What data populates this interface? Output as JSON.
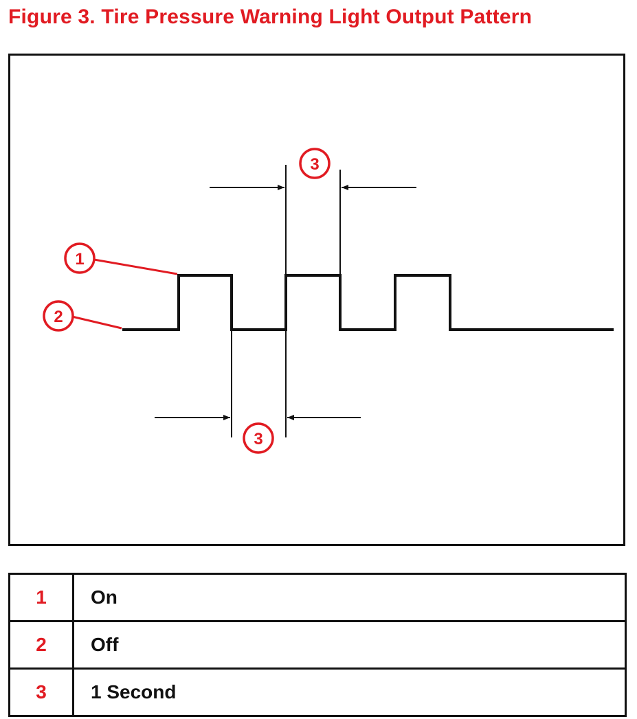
{
  "figure": {
    "title": "Figure 3. Tire Pressure Warning Light Output Pattern"
  },
  "colors": {
    "accent": "#e11b22",
    "line": "#111111"
  },
  "diagram": {
    "callouts": [
      {
        "id": "c1",
        "label": "1"
      },
      {
        "id": "c2",
        "label": "2"
      },
      {
        "id": "c3-top",
        "label": "3"
      },
      {
        "id": "c3-bottom",
        "label": "3"
      }
    ]
  },
  "legend": [
    {
      "number": "1",
      "description": "On"
    },
    {
      "number": "2",
      "description": "Off"
    },
    {
      "number": "3",
      "description": "1 Second"
    }
  ]
}
